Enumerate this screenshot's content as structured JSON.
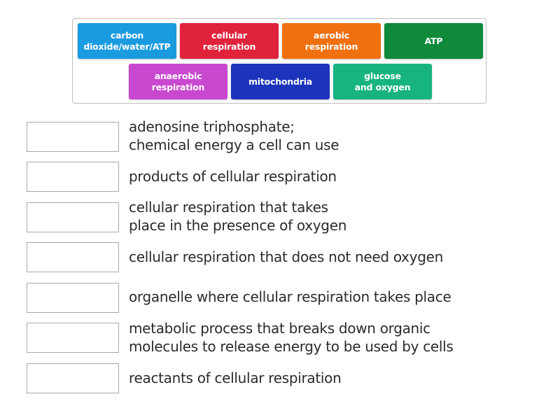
{
  "tiles": [
    {
      "label": "carbon\ndioxide/water/ATP",
      "color": "#1a9be0"
    },
    {
      "label": "cellular\nrespiration",
      "color": "#e0223a"
    },
    {
      "label": "aerobic\nrespiration",
      "color": "#f07010"
    },
    {
      "label": "ATP",
      "color": "#0e8a3a"
    },
    {
      "label": "anaerobic\nrespiration",
      "color": "#c848d0"
    },
    {
      "label": "mitochondria",
      "color": "#1c34bc"
    },
    {
      "label": "glucose\nand oxygen",
      "color": "#18b480"
    }
  ],
  "clues": [
    {
      "text": "adenosine triphosphate;\nchemical energy a cell can use"
    },
    {
      "text": "products of cellular respiration"
    },
    {
      "text": "cellular respiration that takes\nplace in the presence of oxygen"
    },
    {
      "text": "cellular respiration that does not need oxygen"
    },
    {
      "text": "organelle where cellular respiration takes place"
    },
    {
      "text": "metabolic process that breaks down organic\nmolecules to release energy to be used by cells"
    },
    {
      "text": "reactants of cellular respiration"
    }
  ]
}
